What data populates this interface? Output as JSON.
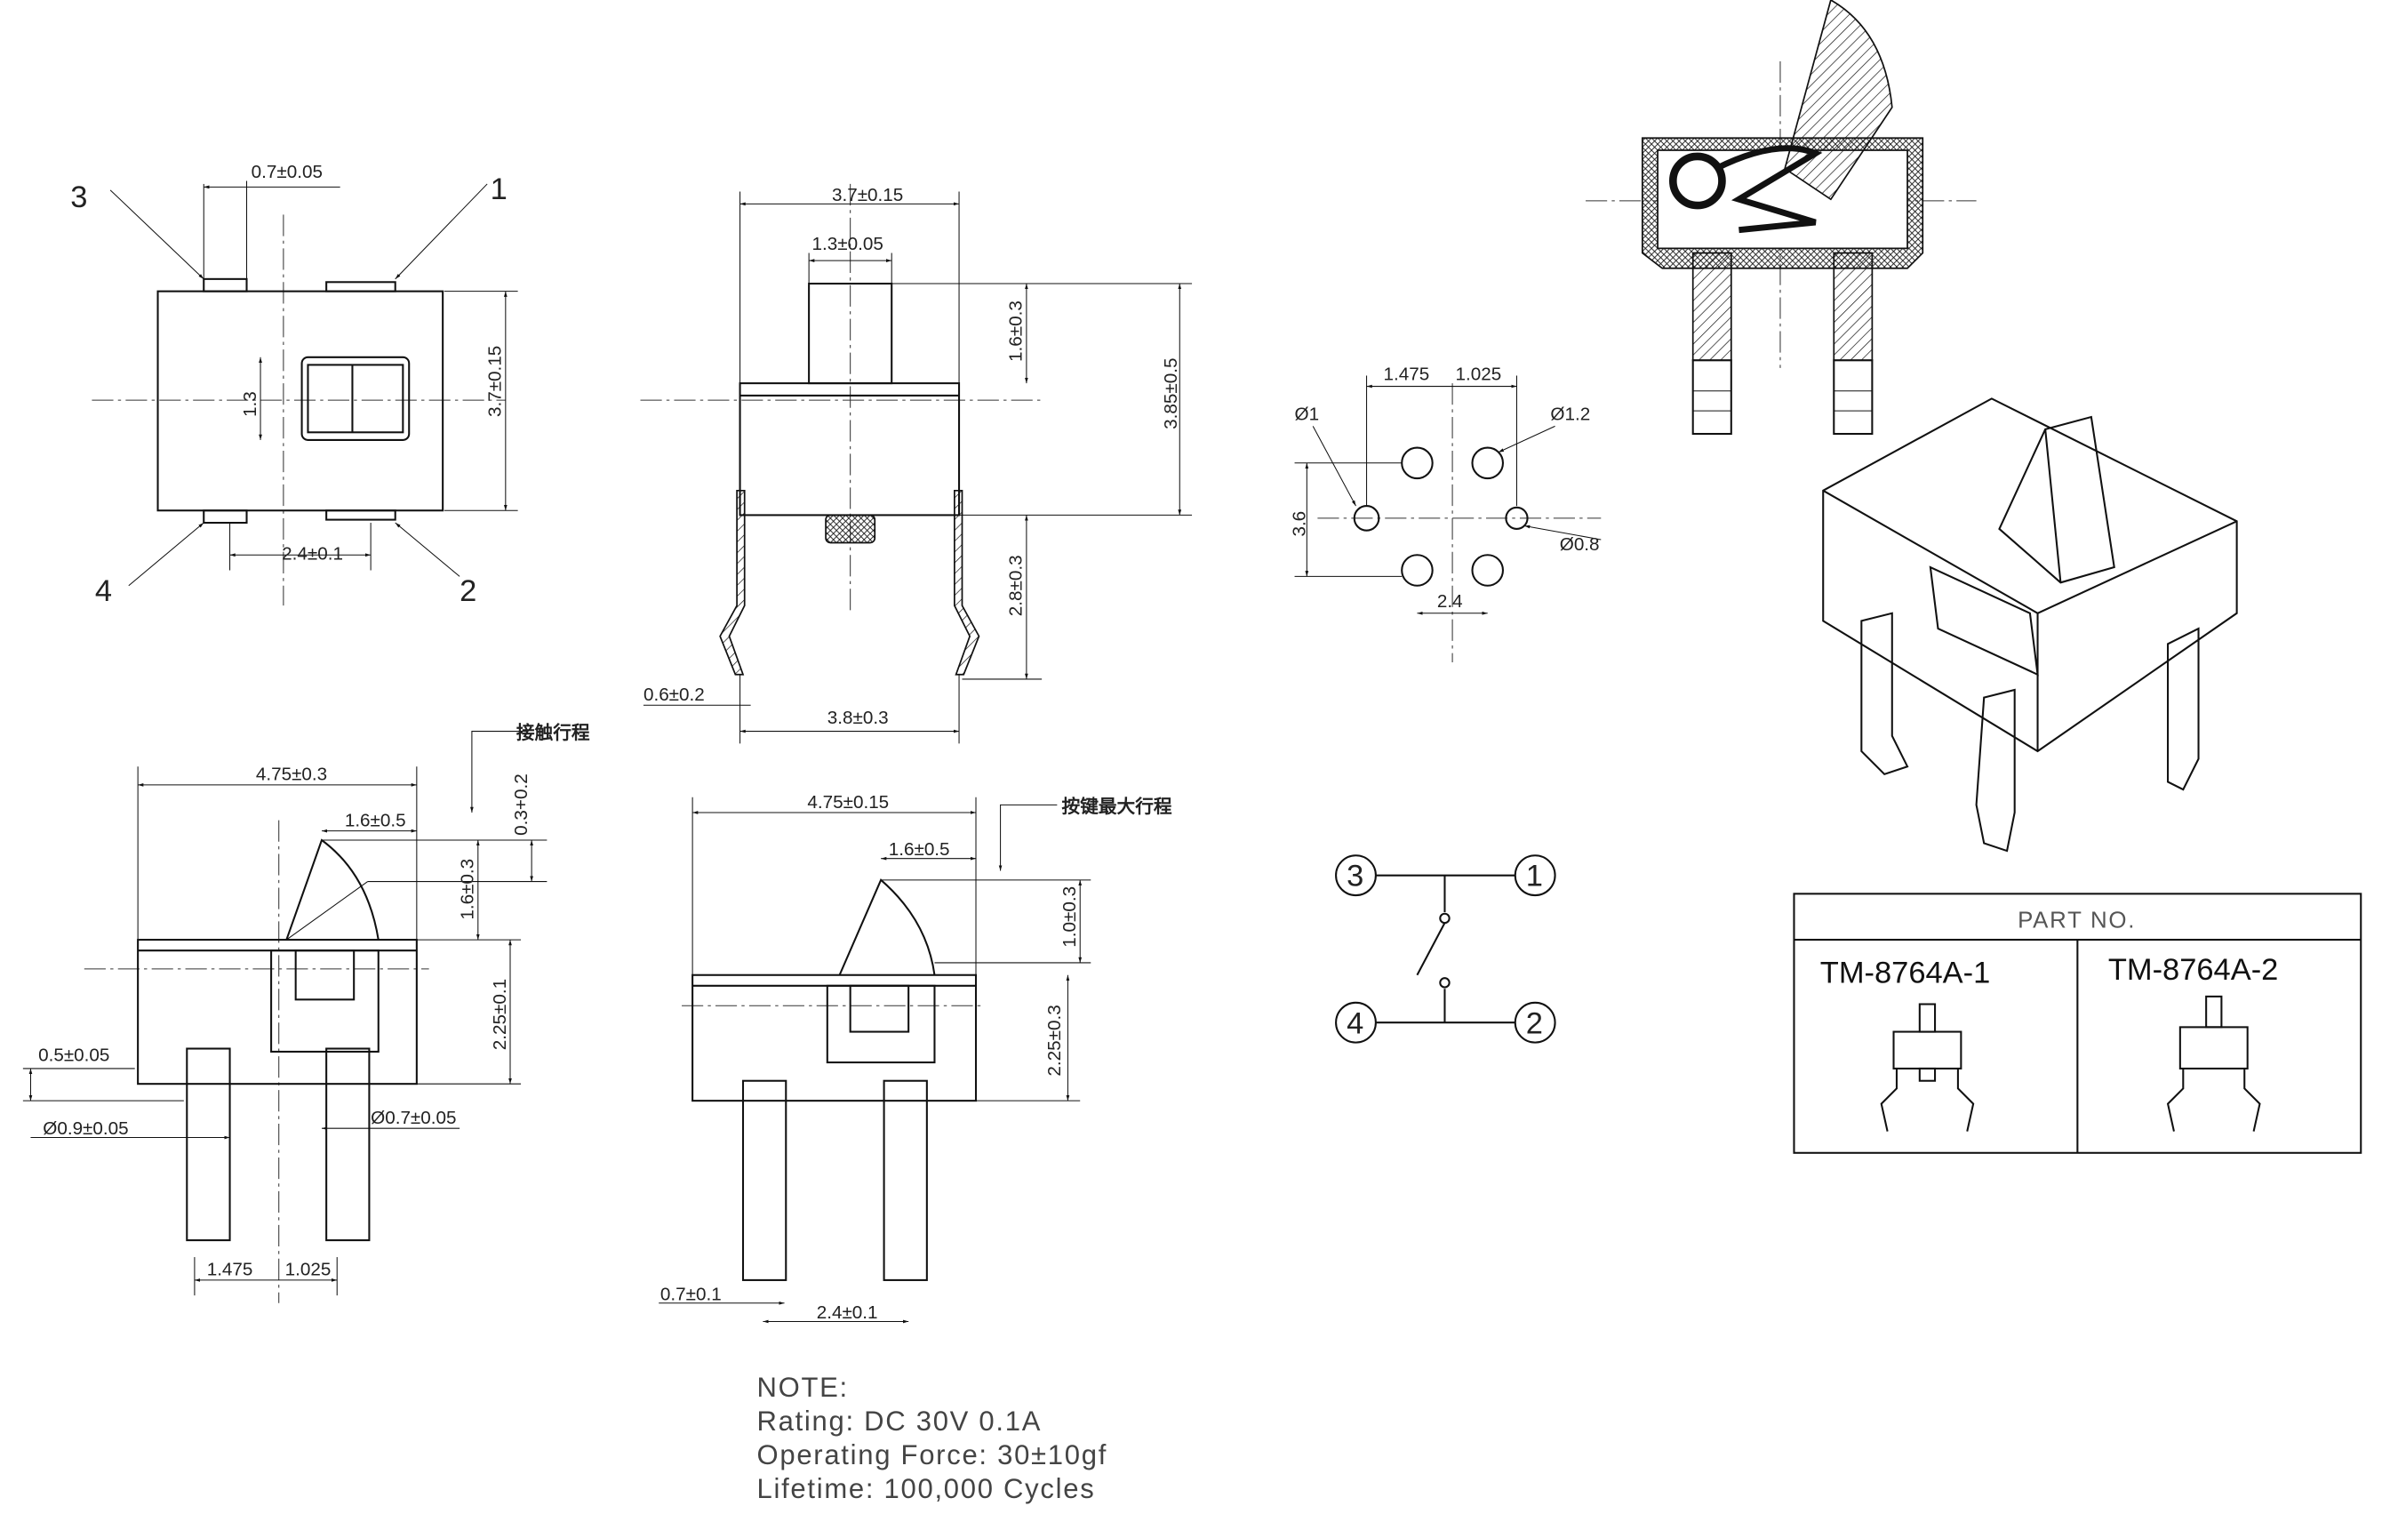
{
  "top_view": {
    "pin_labels": [
      "3",
      "1",
      "4",
      "2"
    ],
    "dims": {
      "pin_width": "0.7±0.05",
      "body_height": "3.7±0.15",
      "window": "1.3",
      "pin_pitch": "2.4±0.1"
    }
  },
  "front_view": {
    "dims": {
      "width": "3.7±0.15",
      "plunger_width": "1.3±0.05",
      "plunger_height": "1.6±0.3",
      "total_height": "3.85±0.5",
      "pin_length": "2.8±0.3",
      "pin_thickness": "0.6±0.2",
      "pin_spread": "3.8±0.3"
    }
  },
  "side_view_contact": {
    "callout": "接触行程",
    "dims": {
      "length": "4.75±0.3",
      "lever_offset": "1.6±0.5",
      "contact_travel": "0.3+0.2",
      "lever_height": "1.6±0.3",
      "body_height": "2.25±0.1",
      "standoff": "0.5±0.05",
      "pin_dia_large": "Ø0.9±0.05",
      "pin_dia_small": "Ø0.7±0.05",
      "pitch_a": "1.475",
      "pitch_b": "1.025"
    }
  },
  "side_view_max": {
    "callout": "按键最大行程",
    "dims": {
      "length": "4.75±0.15",
      "lever_offset": "1.6±0.5",
      "lever_height": "1.0±0.3",
      "body_height": "2.25±0.3",
      "pin_width": "0.7±0.1",
      "pitch": "2.4±0.1"
    }
  },
  "footprint": {
    "dims": {
      "pitch_a": "1.475",
      "pitch_b": "1.025",
      "hole_large": "Ø1",
      "hole_mid": "Ø1.2",
      "height": "3.6",
      "hole_small": "Ø0.8",
      "pitch_c": "2.4"
    }
  },
  "schematic": {
    "terminals": [
      "3",
      "1",
      "4",
      "2"
    ]
  },
  "part_table": {
    "header": "PART NO.",
    "parts": [
      "TM-8764A-1",
      "TM-8764A-2"
    ]
  },
  "notes": {
    "title": "NOTE:",
    "lines": [
      "Rating:  DC  30V  0.1A",
      "Operating  Force:  30±10gf",
      "Lifetime:  100,000  Cycles"
    ]
  }
}
